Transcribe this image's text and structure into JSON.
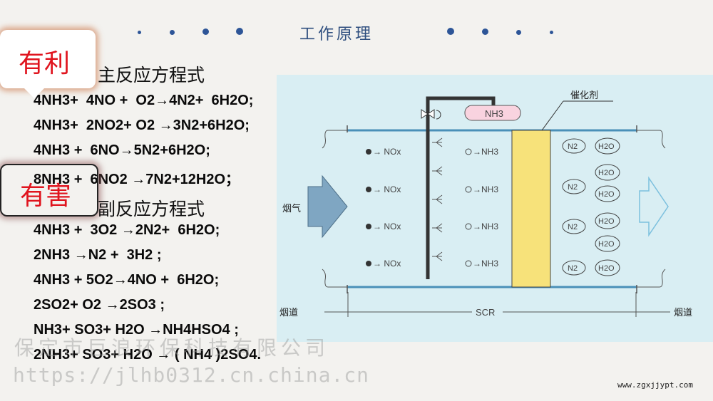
{
  "header": {
    "title": "工作原理",
    "accent": "#2d5597"
  },
  "callouts": {
    "benefit": "有利",
    "harm": "有害"
  },
  "main_reactions": {
    "heading": "主反应方程式",
    "equations": [
      "4NH3+  4NO +  O2→4N2+  6H2O;",
      "4NH3+  2NO2+ O2 →3N2+6H2O;",
      "4NH3 +  6NO→5N2+6H2O;",
      "8NH3 +  6NO2 →7N2+12H2O；"
    ]
  },
  "side_reactions": {
    "heading": "副反应方程式",
    "equations": [
      "4NH3 +  3O2 →2N2+  6H2O;",
      "2NH3 →N2 +  3H2 ;",
      "4NH3 + 5O2→4NO +  6H2O;",
      "2SO2+ O2 →2SO3 ;",
      "NH3+ SO3+ H2O →NH4HSO4 ;",
      "2NH3+ SO3+ H2O → ( NH4 )2SO4."
    ]
  },
  "diagram": {
    "catalyst_label": "催化剂",
    "tank_label": "NH3",
    "flue_gas_label": "烟气",
    "duct_left": "烟道",
    "duct_right": "烟道",
    "scr_label": "SCR",
    "nox_label": "NOx",
    "nh3_label": "NH3",
    "n2_label": "N2",
    "h2o_label": "H2O",
    "catalyst_color": "#f7e27a"
  },
  "watermark": {
    "company": "保定市巨浪环保科技有限公司",
    "url": "https://jlhb0312.cn.china.cn"
  },
  "footer": {
    "site": "www.zgxjjypt.com"
  }
}
